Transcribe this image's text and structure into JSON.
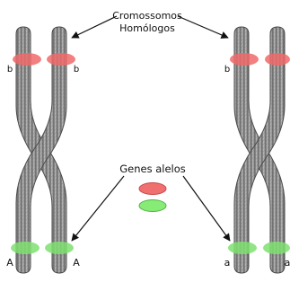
{
  "labels": {
    "homologous_line1": "Cromossomos",
    "homologous_line2": "Homólogos",
    "alleles": "Genes alelos"
  },
  "left_pair": {
    "top_left": "b",
    "top_right": "b",
    "bottom_left": "A",
    "bottom_right": "A"
  },
  "right_pair": {
    "top_left": "b",
    "bottom_left": "a",
    "bottom_right": "a"
  },
  "colors": {
    "chromosome_fill": "#9a9a9a",
    "chromosome_edge": "#4a4a4a",
    "band_red": "#f06a6a",
    "band_green": "#7ee06e",
    "legend_red": "#f07070",
    "legend_green": "#86ec76",
    "arrow": "#111111",
    "text": "#111111"
  }
}
